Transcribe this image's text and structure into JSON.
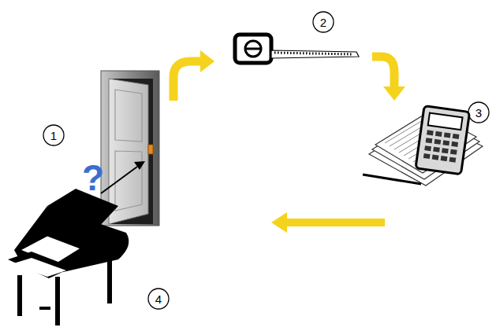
{
  "diagram": {
    "labels": [
      "1",
      "2",
      "3",
      "4",
      "?"
    ]
  }
}
